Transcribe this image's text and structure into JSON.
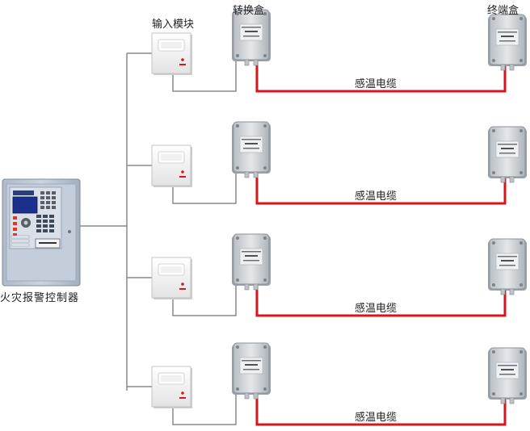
{
  "labels": {
    "input_module": "输入模块",
    "junction_box": "转换盒",
    "terminal_box": "终端盒",
    "controller": "火灾报警控制器"
  },
  "rows": [
    {
      "cable_label": "感温电缆"
    },
    {
      "cable_label": "感温电缆"
    },
    {
      "cable_label": "感温电缆"
    },
    {
      "cable_label": "感温电缆"
    }
  ],
  "colors": {
    "cable": "#d8141c",
    "wire": "#8a8a8a",
    "box_body": "#d9dde2",
    "module_body": "#f2f2f2",
    "panel_frame": "#b7c3d3"
  }
}
